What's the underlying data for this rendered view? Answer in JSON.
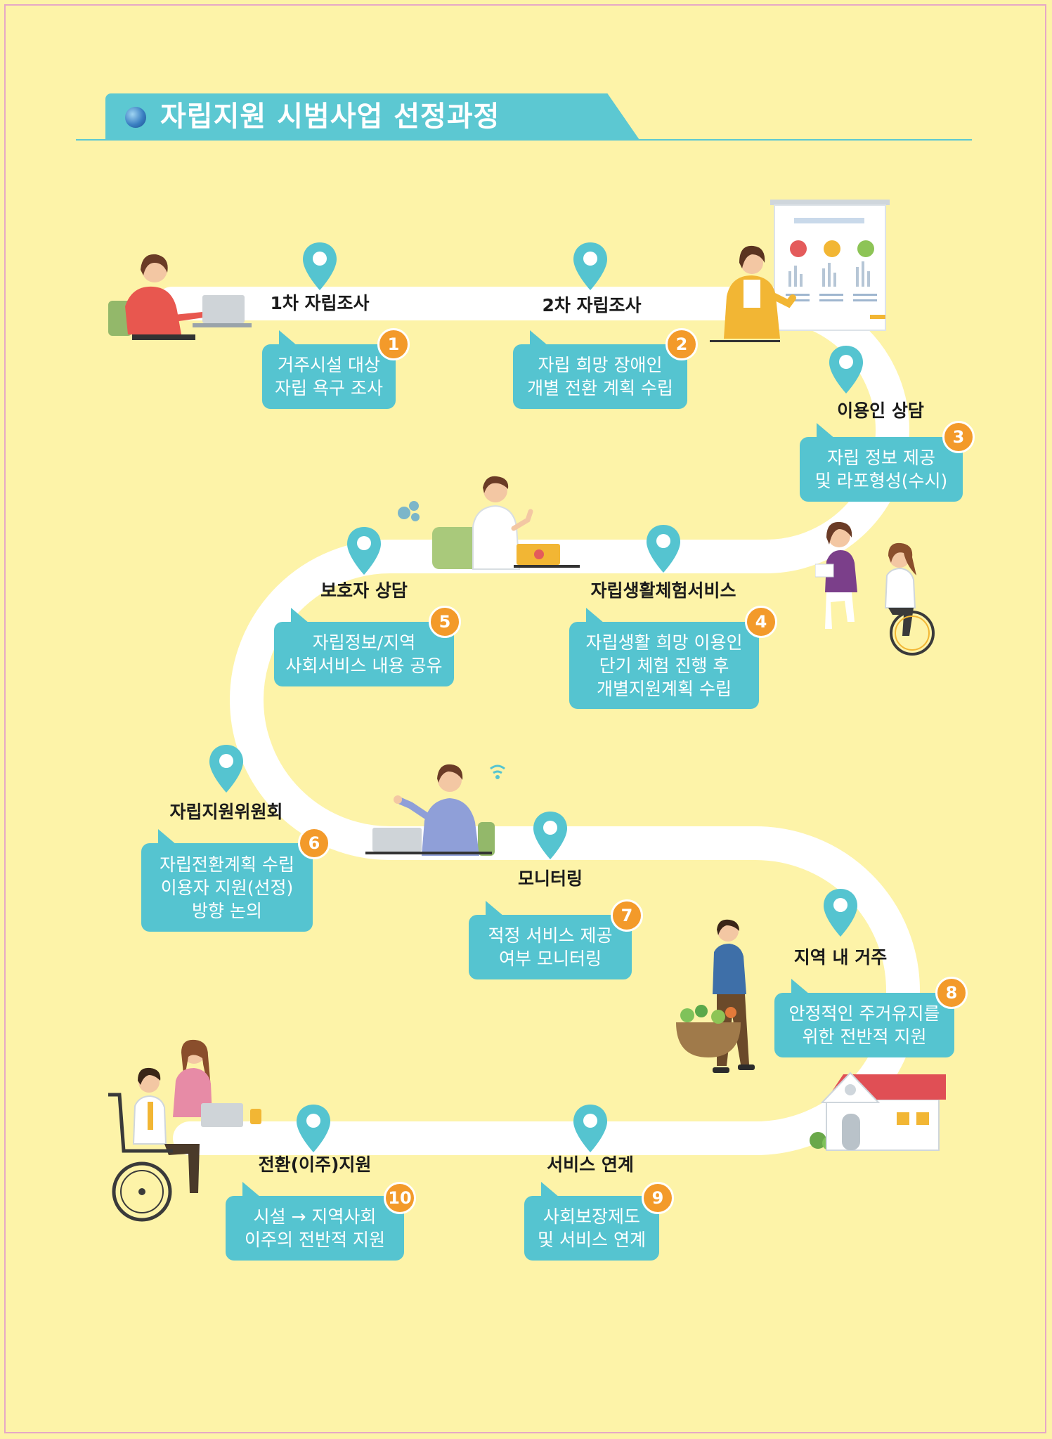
{
  "title": "자립지원 시범사업 선정과정",
  "steps": [
    {
      "number": "1",
      "label": "1차 자립조사",
      "lines": [
        "거주시설 대상",
        "자립 욕구 조사"
      ]
    },
    {
      "number": "2",
      "label": "2차 자립조사",
      "lines": [
        "자립 희망 장애인",
        "개별 전환 계획 수립"
      ]
    },
    {
      "number": "3",
      "label": "이용인 상담",
      "lines": [
        "자립 정보 제공",
        "및 라포형성(수시)"
      ]
    },
    {
      "number": "4",
      "label": "자립생활체험서비스",
      "lines": [
        "자립생활 희망 이용인",
        "단기 체험 진행 후",
        "개별지원계획 수립"
      ]
    },
    {
      "number": "5",
      "label": "보호자 상담",
      "lines": [
        "자립정보/지역",
        "사회서비스 내용 공유"
      ]
    },
    {
      "number": "6",
      "label": "자립지원위원회",
      "lines": [
        "자립전환계획 수립",
        "이용자 지원(선정)",
        "방향 논의"
      ]
    },
    {
      "number": "7",
      "label": "모니터링",
      "lines": [
        "적정 서비스 제공",
        "여부 모니터링"
      ]
    },
    {
      "number": "8",
      "label": "지역 내 거주",
      "lines": [
        "안정적인 주거유지를",
        "위한 전반적 지원"
      ]
    },
    {
      "number": "9",
      "label": "서비스 연계",
      "lines": [
        "사회보장제도",
        "및 서비스 연계"
      ]
    },
    {
      "number": "10",
      "label": "전환(이주)지원",
      "lines": [
        "시설 → 지역사회",
        "이주의 전반적 지원"
      ]
    }
  ],
  "colors": {
    "background": "#fdf3a8",
    "accent": "#55c4d0",
    "badge": "#f39a2a",
    "road": "#ffffff"
  },
  "icons": [
    "map-pin-icon",
    "number-badge"
  ]
}
